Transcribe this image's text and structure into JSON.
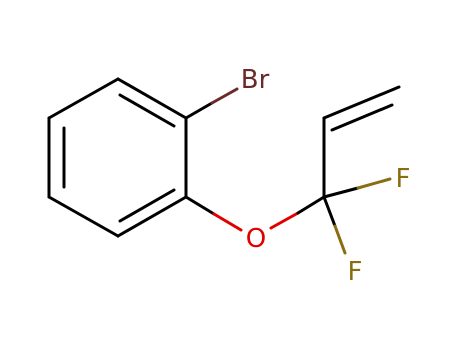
{
  "molecule": {
    "atoms": [
      {
        "symbol": "Br",
        "color": "#6b2a2a"
      },
      {
        "symbol": "O",
        "color": "#e00000"
      },
      {
        "symbol": "F",
        "color": "#8a6d12"
      },
      {
        "symbol": "F",
        "color": "#8a6d12"
      }
    ],
    "bond_color": "#000000"
  }
}
